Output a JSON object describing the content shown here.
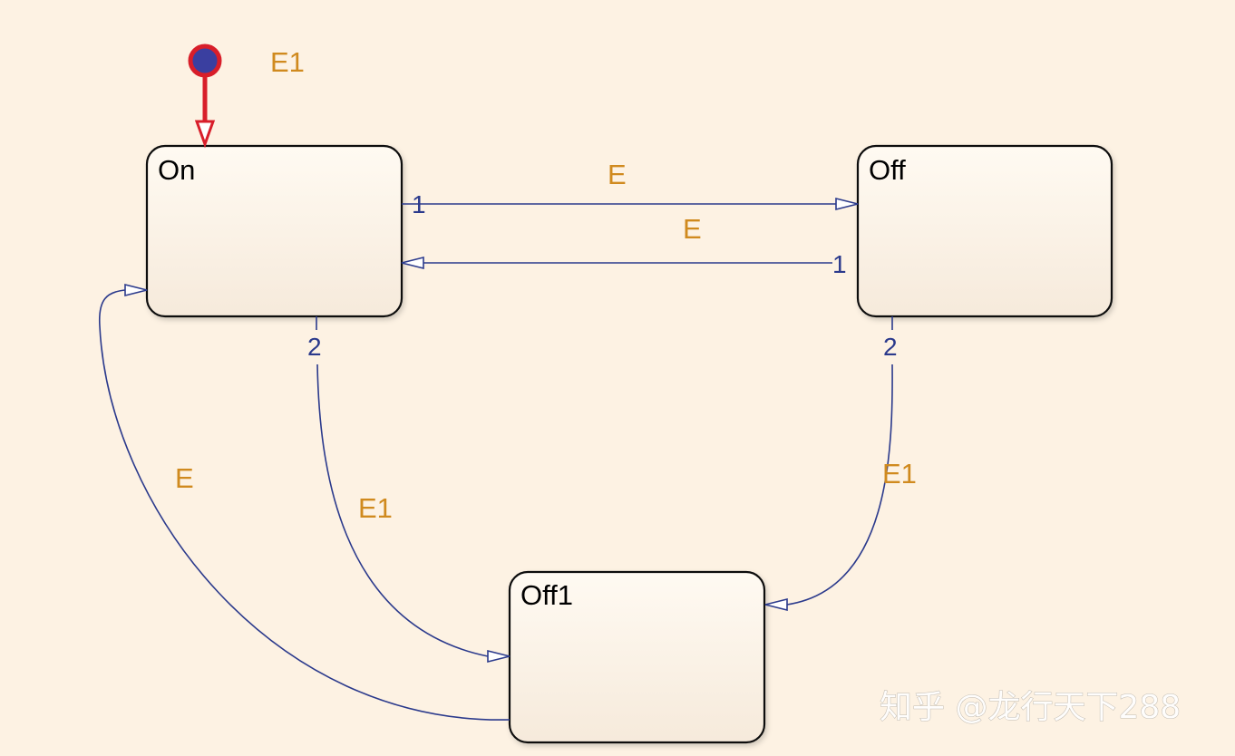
{
  "states": {
    "on": "On",
    "off": "Off",
    "off1": "Off1"
  },
  "default_transition": {
    "event": "E1"
  },
  "transitions": {
    "on_to_off": {
      "event": "E",
      "order": "1"
    },
    "off_to_on": {
      "event": "E",
      "order": "1"
    },
    "on_to_off1": {
      "event": "E1",
      "order": "2"
    },
    "off_to_off1": {
      "event": "E1",
      "order": "2"
    },
    "off1_to_on": {
      "event": "E"
    }
  },
  "colors": {
    "background": "#fdf2e3",
    "transition": "#2b3a8c",
    "event_label": "#d08a1e",
    "default_marker": "#d81e2a",
    "default_marker_core": "#3a3fa0"
  },
  "watermark": "知乎 @龙行天下288"
}
